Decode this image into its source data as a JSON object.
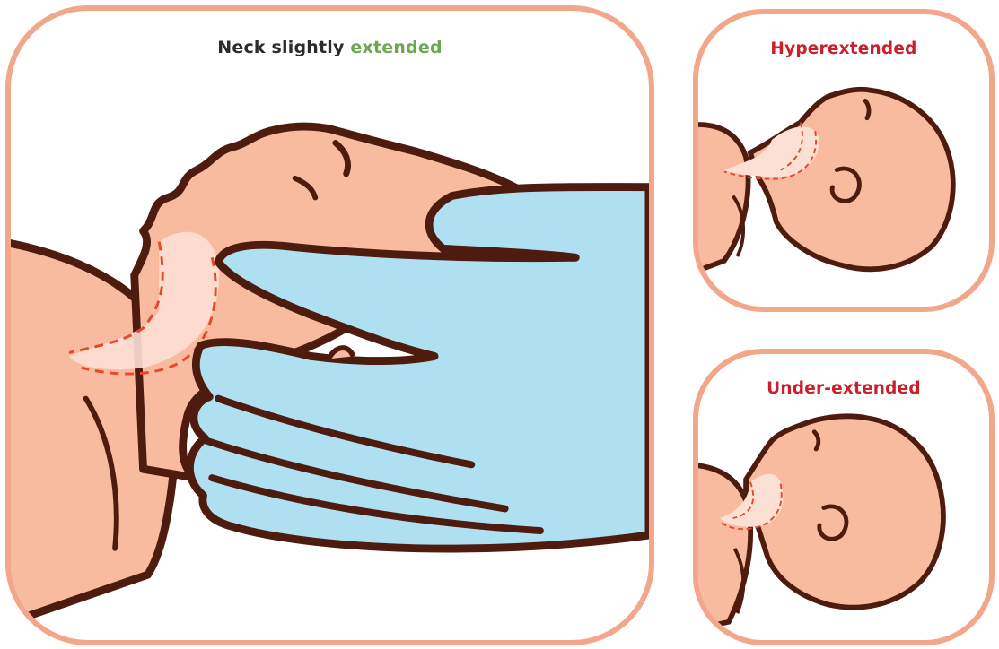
{
  "panels": {
    "main": {
      "title_lead": "Neck slightly",
      "title_emphasis": "extended",
      "lead_color": "#2b2b2b",
      "emphasis_color": "#6aa84f"
    },
    "hyperextended": {
      "title": "Hyperextended",
      "title_color": "#c8202c"
    },
    "under_extended": {
      "title": "Under-extended",
      "title_color": "#c8202c"
    }
  },
  "colors": {
    "frame": "#f2a68a",
    "skin": "#f8bba0",
    "outline": "#4e1b0f",
    "glove": "#aee0f2",
    "airway": "#fde0d4",
    "airway_dash": "#e8472c"
  }
}
